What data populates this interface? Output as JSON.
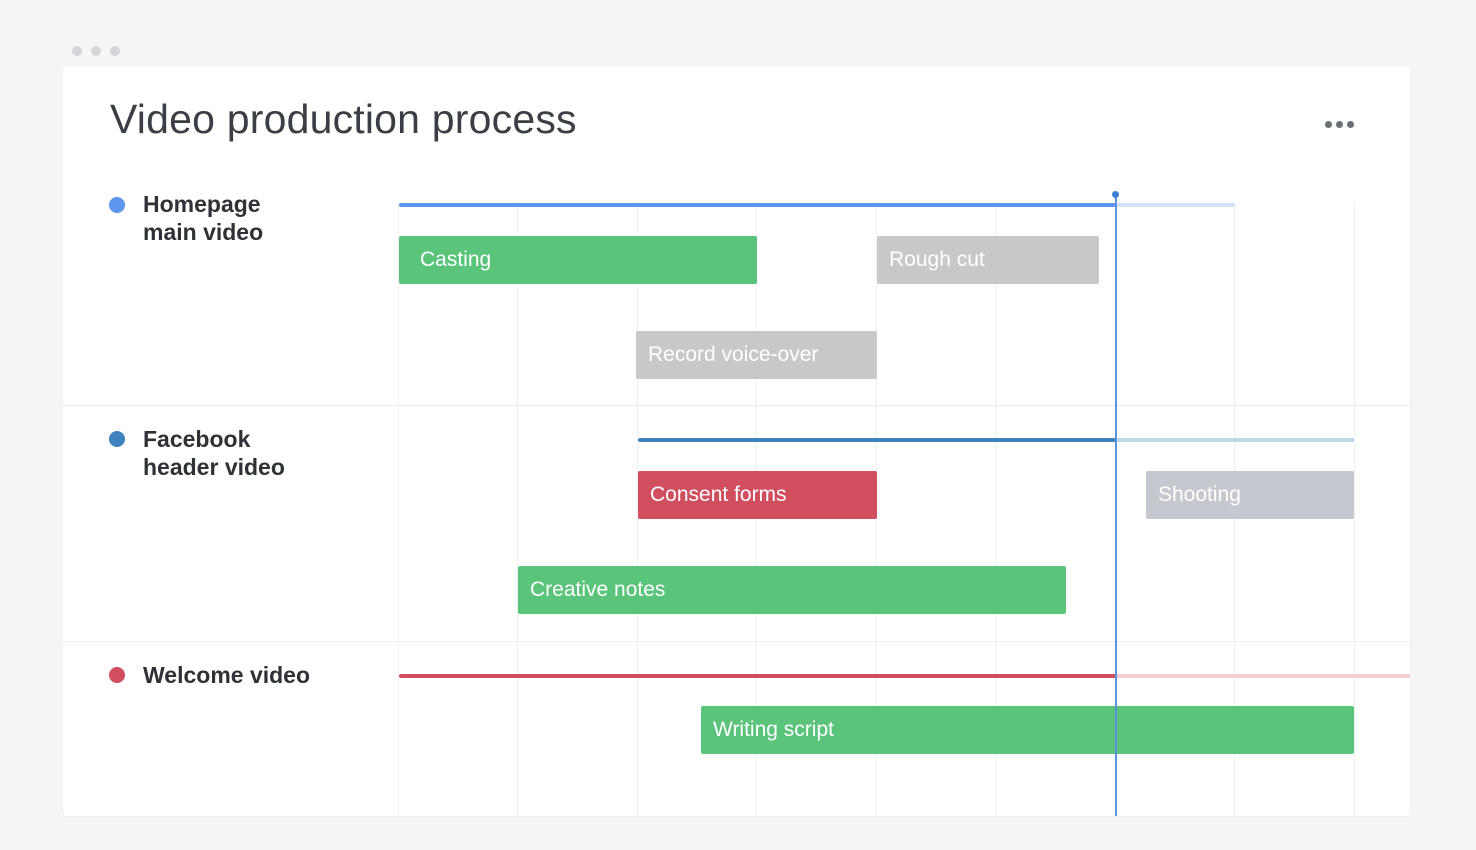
{
  "title": "Video production process",
  "groups": [
    {
      "name": "Homepage\nmain video",
      "color": "#5d95ef",
      "future_color": "#d6e2f7",
      "tasks": [
        {
          "label": "Casting",
          "status": "done"
        },
        {
          "label": "Rough cut",
          "status": "pending"
        },
        {
          "label": "Record voice-over",
          "status": "pending"
        }
      ]
    },
    {
      "name": "Facebook\nheader video",
      "color": "#3f82bd",
      "future_color": "#bcd9e8",
      "tasks": [
        {
          "label": "Consent forms",
          "status": "stuck"
        },
        {
          "label": "Shooting",
          "status": "pending"
        },
        {
          "label": "Creative notes",
          "status": "done"
        }
      ]
    },
    {
      "name": "Welcome video",
      "color": "#d14e5e",
      "future_color": "#f3cfd4",
      "tasks": [
        {
          "label": "Writing script",
          "status": "done"
        }
      ]
    }
  ],
  "colors": {
    "done": "#5bc47b",
    "pending": "#c8c8c8",
    "stuck": "#d14e5e",
    "today_marker": "#5a93de"
  },
  "icons": {
    "more": "more-horizontal-icon"
  }
}
